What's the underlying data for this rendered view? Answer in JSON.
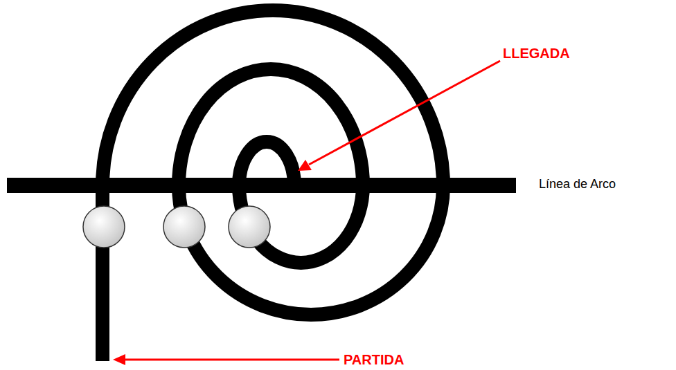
{
  "diagram": {
    "labels": [
      "LLEGADA",
      "PARTIDA",
      "Línea de Arco"
    ]
  }
}
